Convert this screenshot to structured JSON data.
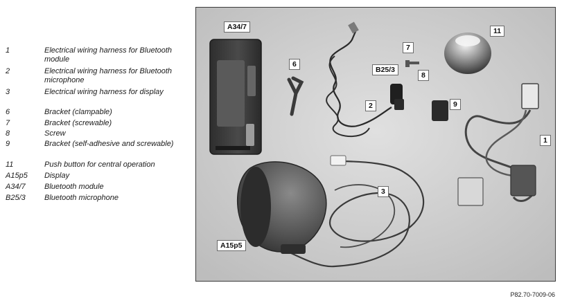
{
  "legend": [
    {
      "key": "1",
      "desc": "Electrical wiring harness for Bluetooth module"
    },
    {
      "key": "2",
      "desc": "Electrical wiring harness for Bluetooth microphone"
    },
    {
      "key": "3",
      "desc": "Electrical wiring harness for display"
    },
    {
      "key": "6",
      "desc": "Bracket (clampable)"
    },
    {
      "key": "7",
      "desc": "Bracket (screwable)"
    },
    {
      "key": "8",
      "desc": "Screw"
    },
    {
      "key": "9",
      "desc": "Bracket (self-adhesive and screwable)"
    },
    {
      "key": "11",
      "desc": "Push button for central operation"
    },
    {
      "key": "A15p5",
      "desc": "Display"
    },
    {
      "key": "A34/7",
      "desc": "Bluetooth module"
    },
    {
      "key": "B25/3",
      "desc": "Bluetooth microphone"
    }
  ],
  "callouts": {
    "a34_7": "A34/7",
    "n6": "6",
    "b25_3": "B25/3",
    "n7": "7",
    "n8": "8",
    "n11": "11",
    "n2": "2",
    "n9": "9",
    "n1": "1",
    "n3": "3",
    "a15p5": "A15p5"
  },
  "figure_ref": "P82.70-7009-06"
}
